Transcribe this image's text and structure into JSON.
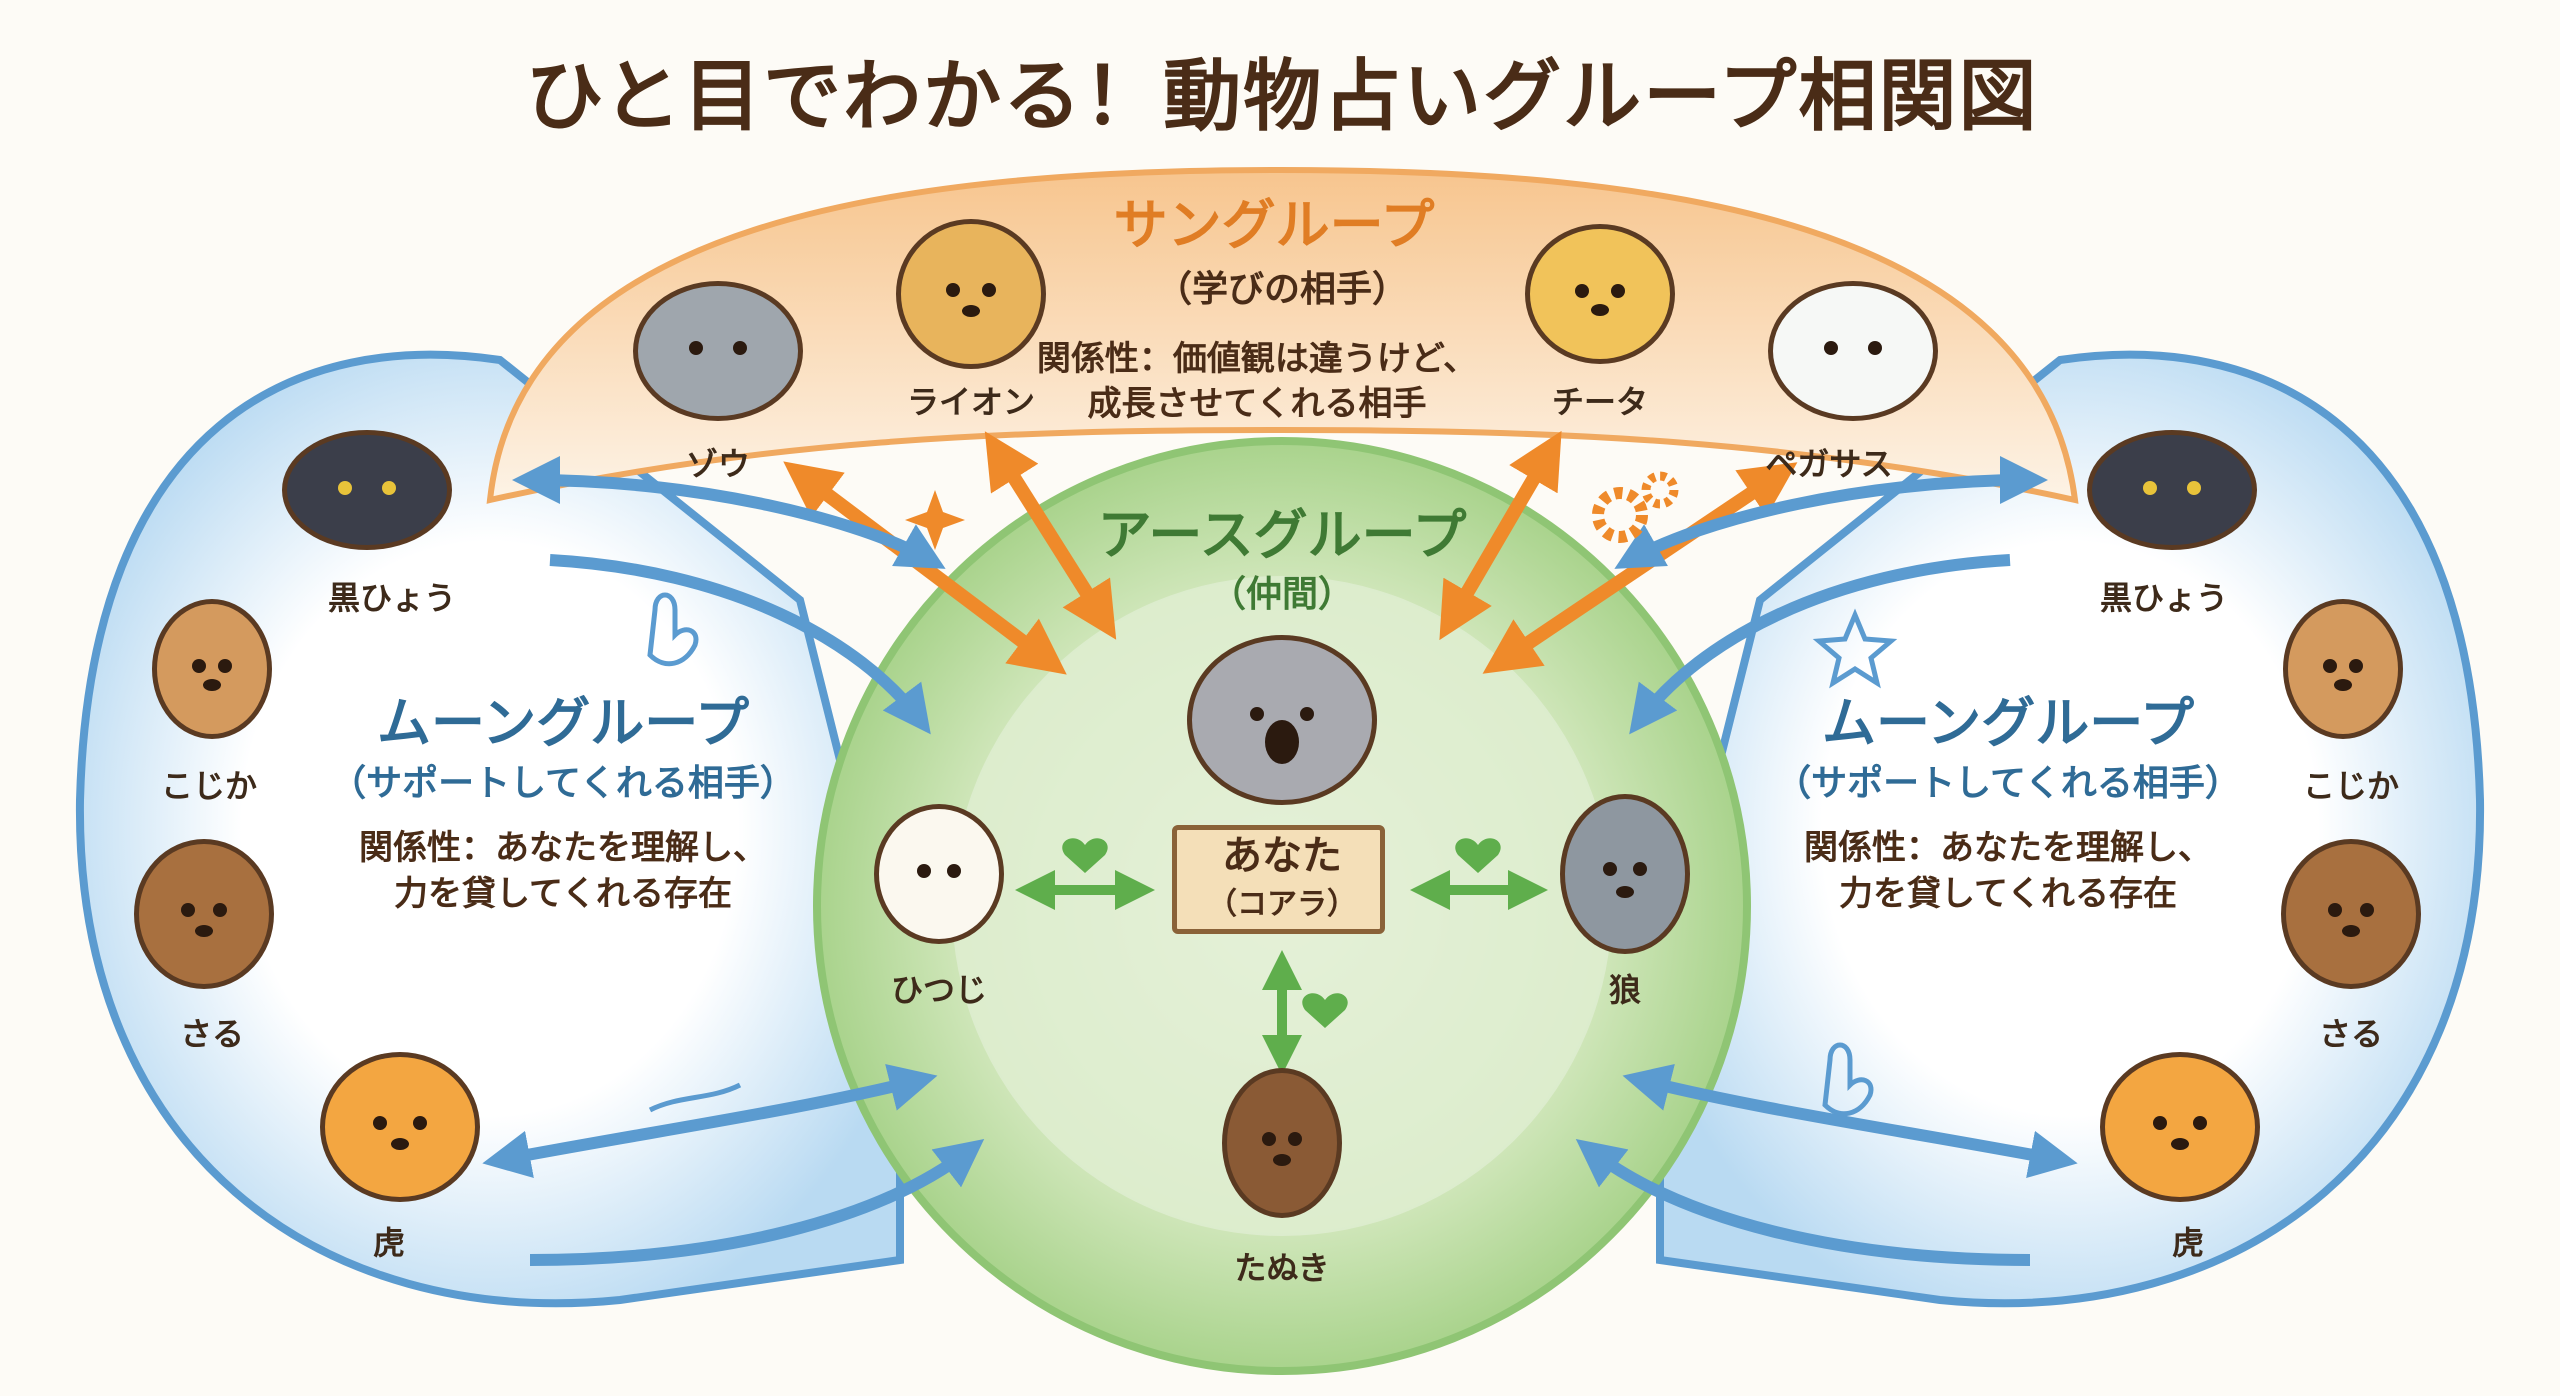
{
  "title": "ひと目でわかる！動物占いグループ相関図",
  "sun_group": {
    "title": "サングループ",
    "subtitle": "（学びの相手）",
    "relation_line1": "関係性：価値観は違うけど、",
    "relation_line2": "成長させてくれる相手",
    "color": "#e07d24"
  },
  "earth_group": {
    "title": "アースグループ",
    "subtitle": "（仲間）",
    "color": "#3f7a34"
  },
  "moon_group_left": {
    "title": "ムーングループ",
    "subtitle": "（サポートしてくれる相手）",
    "relation_line1": "関係性：あなたを理解し、",
    "relation_line2": "力を貸してくれる存在",
    "color": "#2f6b96"
  },
  "moon_group_right": {
    "title": "ムーングループ",
    "subtitle": "（サポートしてくれる相手）",
    "relation_line1": "関係性：あなたを理解し、",
    "relation_line2": "力を貸してくれる存在"
  },
  "center": {
    "name": "あなた",
    "animal": "（コアラ）"
  },
  "animals": {
    "elephant": "ゾウ",
    "lion": "ライオン",
    "cheetah": "チータ",
    "pegasus": "ペガサス",
    "panther_left": "黒ひょう",
    "fawn_left": "こじか",
    "monkey_left": "さる",
    "tiger_left": "虎",
    "panther_right": "黒ひょう",
    "fawn_right": "こじか",
    "monkey_right": "さる",
    "tiger_right": "虎",
    "sheep": "ひつじ",
    "wolf": "狼",
    "tanuki": "たぬき"
  }
}
